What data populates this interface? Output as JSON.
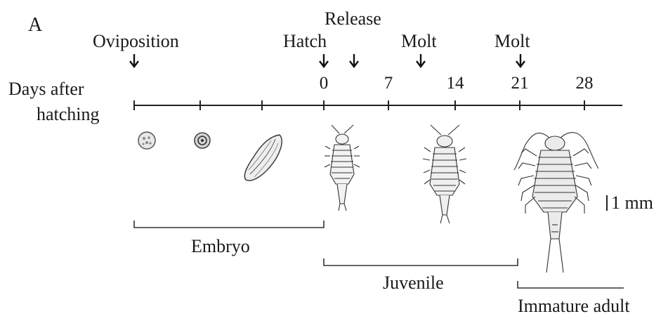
{
  "panel_label": "A",
  "events": {
    "oviposition": "Oviposition",
    "hatch": "Hatch",
    "release": "Release",
    "molt_1": "Molt",
    "molt_2": "Molt"
  },
  "axis": {
    "label_line1": "Days after",
    "label_line2": "hatching",
    "ticks": [
      "0",
      "7",
      "14",
      "21",
      "28"
    ]
  },
  "stages": {
    "embryo": "Embryo",
    "juvenile": "Juvenile",
    "immature_adult": "Immature adult"
  },
  "scale_bar": "1 mm"
}
